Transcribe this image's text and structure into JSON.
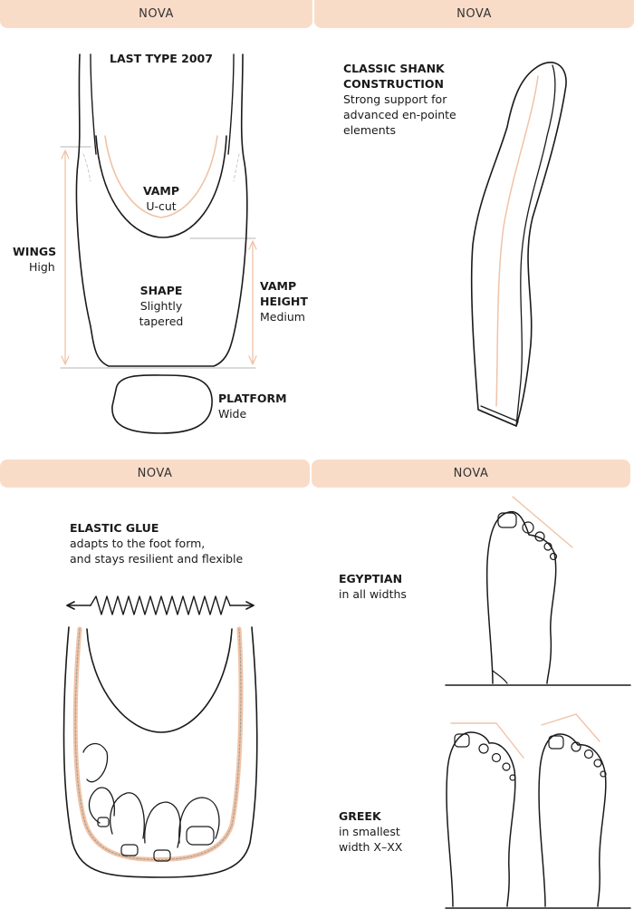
{
  "banners": {
    "top_left": "NOVA",
    "top_right": "NOVA",
    "bottom_left": "NOVA",
    "bottom_right": "NOVA"
  },
  "panel_last": {
    "last_type": "LAST TYPE 2007",
    "vamp_title": "VAMP",
    "vamp_value": "U-cut",
    "wings_title": "WINGS",
    "wings_value": "High",
    "shape_title": "SHAPE",
    "shape_value_line1": "Slightly",
    "shape_value_line2": "tapered",
    "vamp_height_title_line1": "VAMP",
    "vamp_height_title_line2": "HEIGHT",
    "vamp_height_value": "Medium",
    "platform_title": "PLATFORM",
    "platform_value": "Wide"
  },
  "panel_shank": {
    "title_line1": "CLASSIC SHANK",
    "title_line2": "CONSTRUCTION",
    "desc_line1": "Strong support for",
    "desc_line2": "advanced en-pointe",
    "desc_line3": "elements"
  },
  "panel_glue": {
    "title": "ELASTIC GLUE",
    "desc_line1": "adapts to the foot form,",
    "desc_line2": "and stays resilient and flexible"
  },
  "panel_feet": {
    "egyptian_title": "EGYPTIAN",
    "egyptian_value": "in all widths",
    "greek_title": "GREEK",
    "greek_value_line1": "in smallest",
    "greek_value_line2": "width X–XX"
  },
  "colors": {
    "banner": "#f9dcc8",
    "accent_line": "#f0c3a6",
    "stroke": "#1a1a1a",
    "guide": "#b5b5b5"
  }
}
